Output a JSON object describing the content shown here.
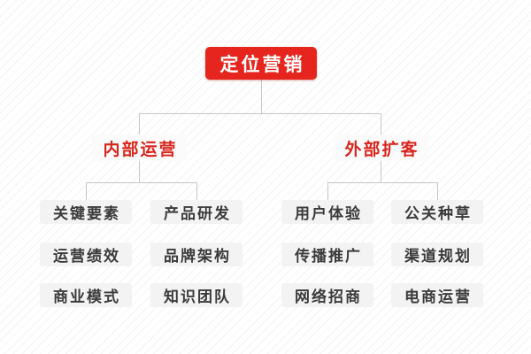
{
  "title": "定位营销",
  "branches": [
    {
      "label": "内部运营",
      "children": [
        "关键要素",
        "产品研发",
        "运营绩效",
        "品牌架构",
        "商业模式",
        "知识团队"
      ]
    },
    {
      "label": "外部扩客",
      "children": [
        "用户体验",
        "公关种草",
        "传播推广",
        "渠道规划",
        "网络招商",
        "电商运营"
      ]
    }
  ],
  "colors": {
    "accent_red": "#e6261e",
    "branch_text_red": "#d9251d",
    "leaf_bg": "#f3f3f3",
    "leaf_text": "#3b3b3b",
    "connector_line": "#c7c7c7"
  }
}
